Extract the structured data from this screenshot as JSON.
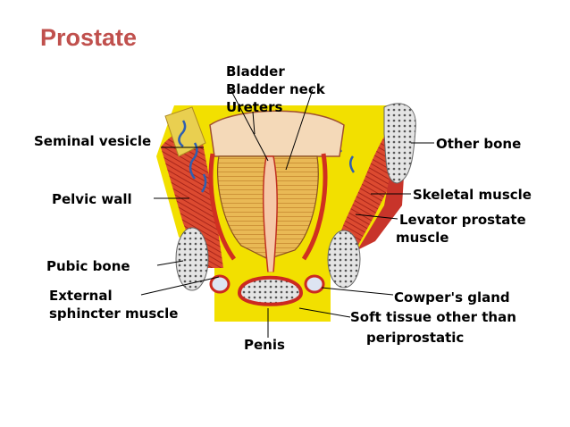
{
  "title": "Prostate",
  "labels": {
    "bladder": "Bladder",
    "bladder_neck": "Bladder neck",
    "ureters": "Ureters",
    "seminal_vesicle": "Seminal vesicle",
    "other_bone": "Other bone",
    "pelvic_wall": "Pelvic wall",
    "skeletal_muscle": "Skeletal muscle",
    "levator_prostate_1": "Levator prostate",
    "levator_prostate_2": "muscle",
    "pubic_bone": "Pubic bone",
    "external_sphincter_1": "External",
    "external_sphincter_2": "sphincter muscle",
    "cowpers_gland": "Cowper's gland",
    "soft_tissue_1": "Soft tissue other than",
    "soft_tissue_2": "periprostatic",
    "penis": "Penis"
  },
  "colors": {
    "title": "#c0504d",
    "fat": "#f2e000",
    "muscle": "#d8402a",
    "prostate": "#e6b24c",
    "bone": "#d9d9d9",
    "vessel": "#2f5fb0"
  }
}
